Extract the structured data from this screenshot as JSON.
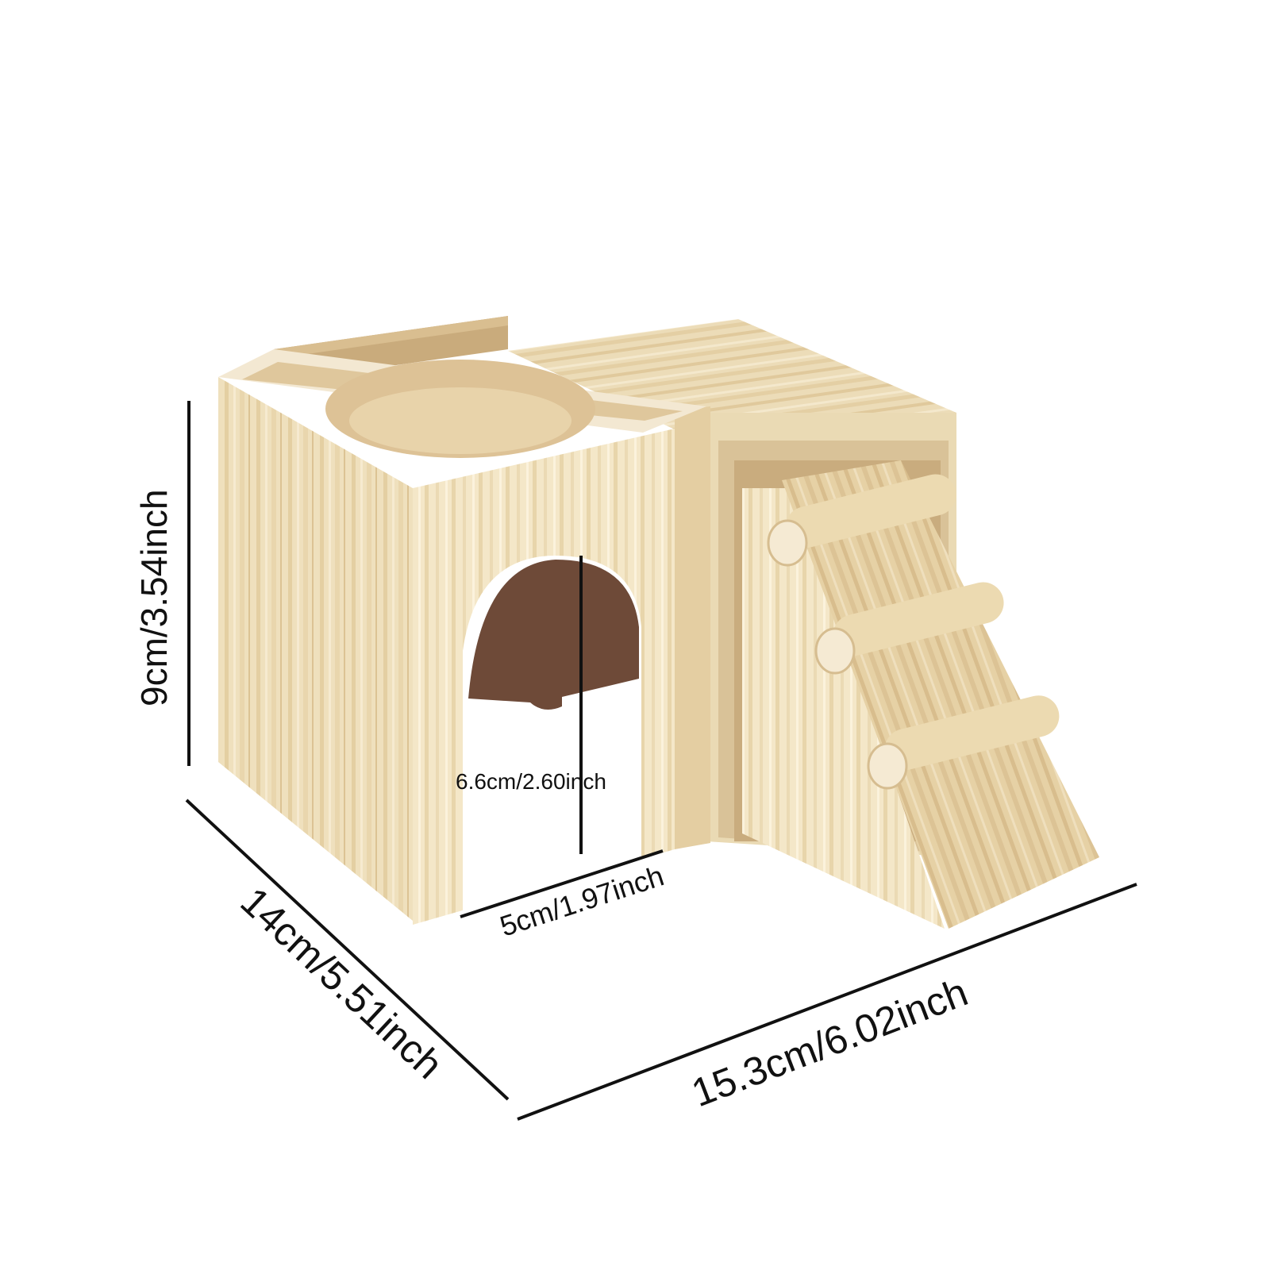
{
  "product": {
    "name": "Wooden hamster hideout with ladder",
    "colors": {
      "wood_light": "#f1e3c2",
      "wood_mid": "#e6d2a6",
      "wood_dark": "#d2b888",
      "wood_shadow": "#c4a578",
      "interior": "#6e4a38",
      "line": "#111111",
      "background": "#ffffff"
    }
  },
  "dimensions": {
    "height": "9cm/3.54inch",
    "depth": "14cm/5.51inch",
    "width": "15.3cm/6.02inch",
    "door_height": "6.6cm/2.60inch",
    "door_width": "5cm/1.97inch"
  }
}
